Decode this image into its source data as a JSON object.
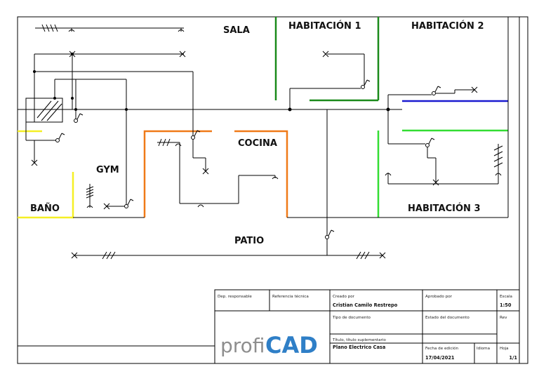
{
  "rooms": {
    "sala": "SALA",
    "habitacion1": "HABITACIÓN 1",
    "habitacion2": "HABITACIÓN 2",
    "habitacion3": "HABITACIÓN 3",
    "cocina": "COCINA",
    "gym": "GYM",
    "bano": "BAÑO",
    "patio": "PATIO"
  },
  "title_block": {
    "dep_responsable_label": "Dep. responsable",
    "referencia_label": "Referencia técnica",
    "creado_por_label": "Creado por",
    "creado_por_value": "Cristian Camilo Restrepo",
    "aprobado_por_label": "Aprobado por",
    "escala_label": "Escala",
    "escala_value": "1:50",
    "tipo_documento_label": "Tipo de documento",
    "estado_documento_label": "Estado del documento",
    "rev_label": "Rev",
    "titulo_label": "Título, título suplementario",
    "titulo_value": "Plano Electrico Casa",
    "fecha_label": "Fecha de edición",
    "fecha_value": "17/04/2021",
    "idioma_label": "Idioma",
    "hoja_label": "Hoja",
    "hoja_value": "1/1",
    "logo_part1": "profi",
    "logo_part2": "CAD"
  },
  "colors": {
    "wire": "#000000",
    "habitacion1_wall": "#1a8a1a",
    "cocina_wall": "#f07a18",
    "bano_wall": "#f5ef24",
    "habitacion2_blue": "#1a1ad0",
    "habitacion2_green": "#33dd33",
    "habitacion3_wall": "#33dd33",
    "logo_grey": "#8e8e8e",
    "logo_blue": "#2f7fc7"
  }
}
